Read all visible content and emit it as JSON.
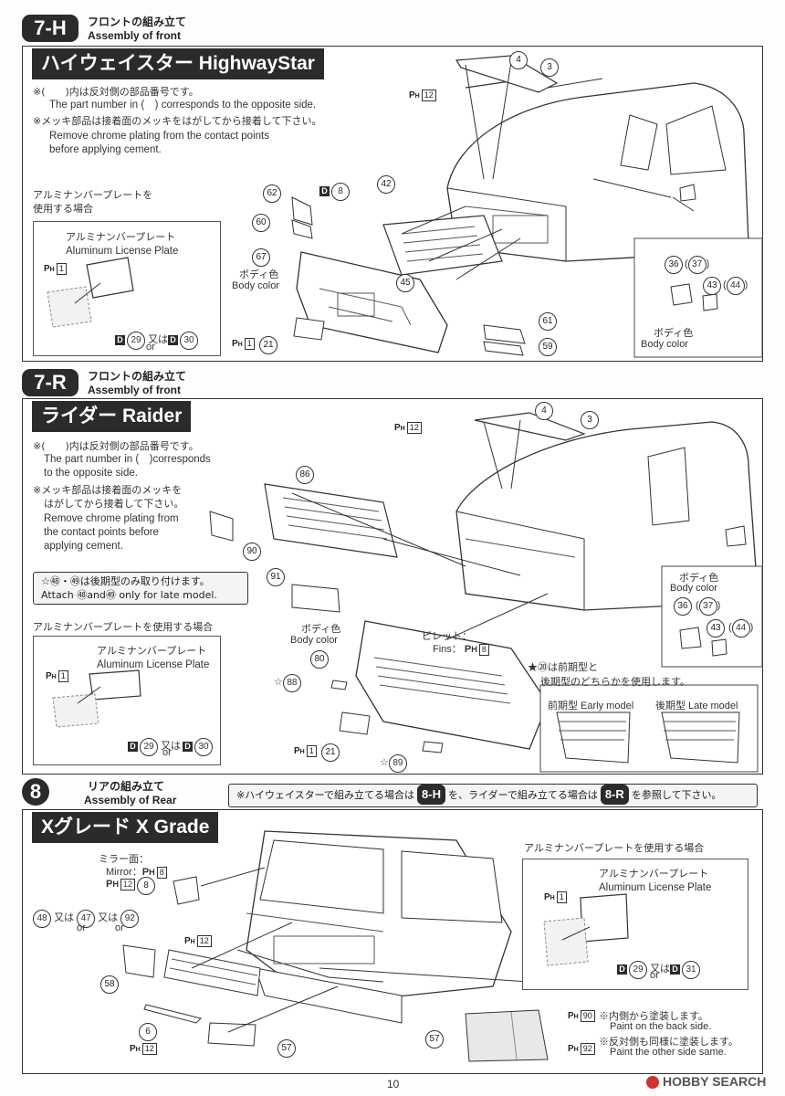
{
  "sections": {
    "7h": {
      "step": "7-H",
      "title_jp": "フロントの組み立て",
      "title_en": "Assembly of front",
      "model_label": "ハイウェイスター HighwayStar",
      "note1_jp": "※(　　)内は反対側の部品番号です。",
      "note1_en": "The part number in (　) corresponds to the opposite side.",
      "note2_jp": "※メッキ部品は接着面のメッキをはがしてから接着して下さい。",
      "note2_en_a": "Remove chrome plating from the contact points",
      "note2_en_b": "before applying cement.",
      "license_jp": "アルミナンバープレートを",
      "license_jp2": "使用する場合",
      "plate_jp": "アルミナンバープレート",
      "plate_en": "Aluminum License Plate",
      "or_jp": "又は",
      "or_en": "or",
      "body_color_jp": "ボディ色",
      "body_color_en": "Body color",
      "parts": [
        "4",
        "3",
        "62",
        "8",
        "42",
        "60",
        "67",
        "45",
        "61",
        "59",
        "21",
        "1",
        "29",
        "30",
        "36",
        "37",
        "43",
        "44",
        "12"
      ]
    },
    "7r": {
      "step": "7-R",
      "title_jp": "フロントの組み立て",
      "title_en": "Assembly of front",
      "model_label": "ライダー Raider",
      "note1_jp": "※(　　)内は反対側の部品番号です。",
      "note1_en_a": "The part number in (　)corresponds",
      "note1_en_b": "to the opposite side.",
      "note2_jp_a": "※メッキ部品は接着面のメッキを",
      "note2_jp_b": "はがしてから接着して下さい。",
      "note2_en_a": "Remove chrome plating from",
      "note2_en_b": "the contact points before",
      "note2_en_c": "applying cement.",
      "late_jp": "☆㊽・㊾は後期型のみ取り付けます。",
      "late_en": "Attach ㊽and㊾ only for late model.",
      "license_jp": "アルミナンバープレートを使用する場合",
      "plate_jp": "アルミナンバープレート",
      "plate_en": "Aluminum License Plate",
      "or_jp": "又は",
      "or_en": "or",
      "body_color_jp": "ボディ色",
      "body_color_en": "Body color",
      "fins_jp": "ビレット：",
      "fins_en": "Fins：",
      "early_late_jp_a": "★⑳は前期型と",
      "early_late_jp_b": "後期型のどちらかを使用します。",
      "early_model": "前期型 Early model",
      "late_model": "後期型 Late model",
      "parts": [
        "4",
        "3",
        "86",
        "90",
        "91",
        "80",
        "88",
        "89",
        "21",
        "1",
        "29",
        "30",
        "36",
        "37",
        "43",
        "44",
        "12",
        "8"
      ]
    },
    "8": {
      "step": "8",
      "title_jp": "リアの組み立て",
      "title_en": "Assembly of Rear",
      "notice_a": "※ハイウェイスターで組み立てる場合は",
      "notice_badge_h": "8-H",
      "notice_b": "を、ライダーで組み立てる場合は",
      "notice_badge_r": "8-R",
      "notice_c": "を参照して下さい。",
      "model_label": "Xグレード X Grade",
      "mirror_jp": "ミラー面：",
      "mirror_en": "Mirror：",
      "license_jp": "アルミナンバープレートを使用する場合",
      "plate_jp": "アルミナンバープレート",
      "plate_en": "Aluminum License Plate",
      "or_jp": "又は",
      "or_en": "or",
      "paint_jp": "※内側から塗装します。",
      "paint_en": "Paint on the back side.",
      "other_jp": "※反対側も同様に塗装します。",
      "other_en": "Paint the other side same.",
      "parts": [
        "8",
        "48",
        "47",
        "92",
        "58",
        "6",
        "57",
        "1",
        "29",
        "31",
        "12",
        "90",
        "92"
      ]
    }
  },
  "footer": {
    "page_number": "10",
    "watermark": "HOBBY SEARCH"
  }
}
